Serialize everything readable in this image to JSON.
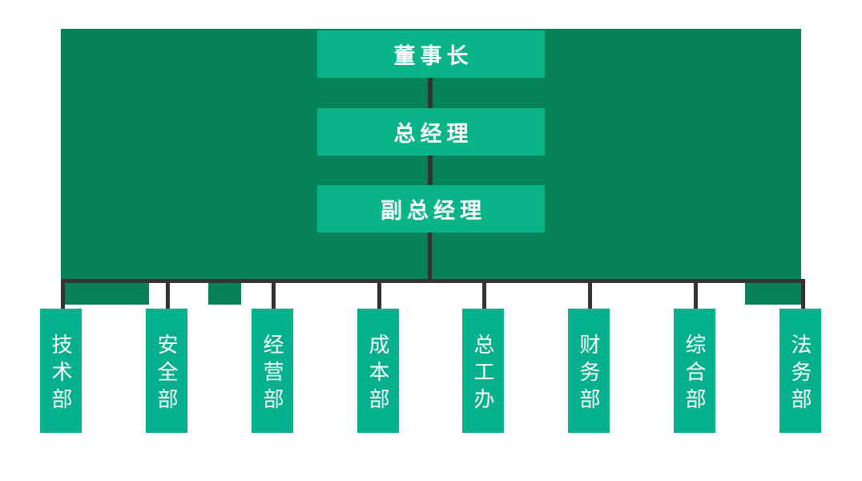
{
  "chart": {
    "type": "org-chart",
    "title": "",
    "orientation": "top-down",
    "colors": {
      "panel_background": "#068259",
      "stub_block": "#088159",
      "executive_box": "#0AB489",
      "department_box": "#05B08C",
      "connector": "#333333",
      "text": "#ffffff",
      "page_background": "#ffffff"
    }
  },
  "executives": [
    {
      "id": "chairman",
      "label": "董事长",
      "level": 1
    },
    {
      "id": "general-manager",
      "label": "总经理",
      "level": 2
    },
    {
      "id": "deputy-gm",
      "label": "副总经理",
      "level": 3
    }
  ],
  "departments": [
    {
      "id": "technology",
      "label": "技术部"
    },
    {
      "id": "safety",
      "label": "安全部"
    },
    {
      "id": "operations",
      "label": "经营部"
    },
    {
      "id": "cost",
      "label": "成本部"
    },
    {
      "id": "chief-engineer",
      "label": "总工办"
    },
    {
      "id": "finance",
      "label": "财务部"
    },
    {
      "id": "general-affairs",
      "label": "综合部"
    },
    {
      "id": "legal",
      "label": "法务部"
    }
  ]
}
